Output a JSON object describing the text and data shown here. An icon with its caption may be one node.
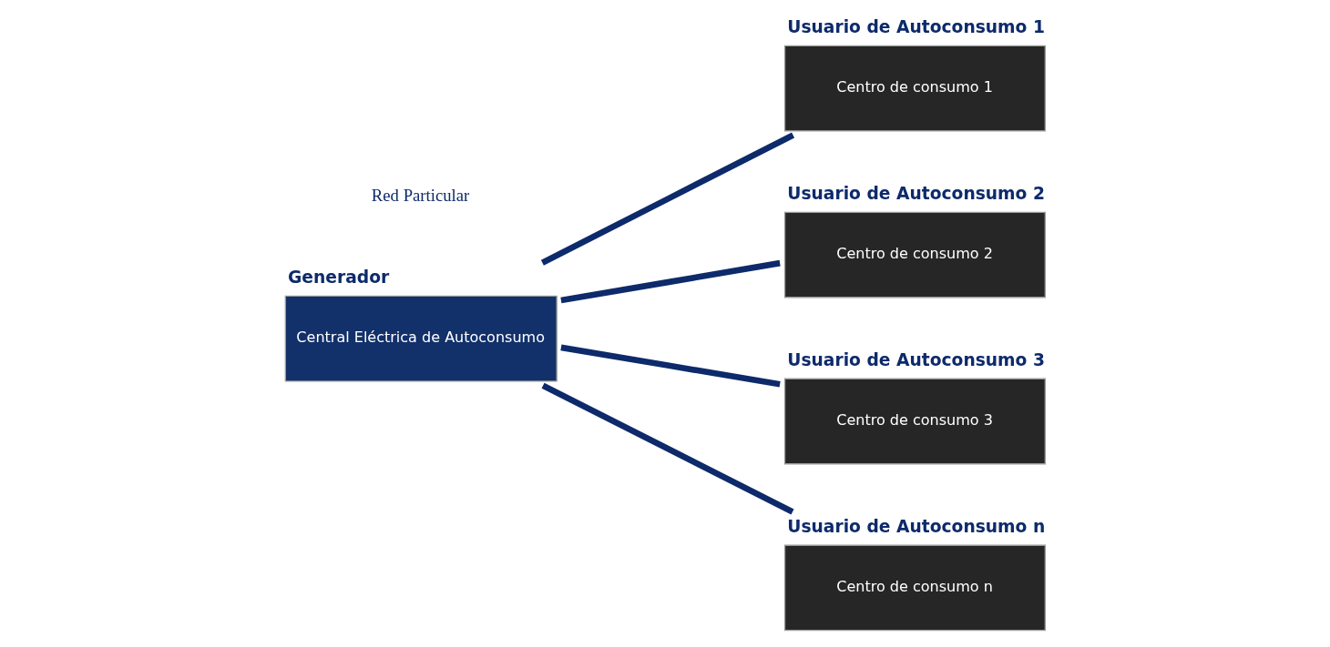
{
  "diagram": {
    "nodes": [
      {
        "text": [
          "Central Eléctrica de Autoconsumo"
        ],
        "beside": [
          "Generador"
        ]
      },
      {
        "text": [
          "Centro de consumo 1"
        ],
        "beside": [
          "Usuario de Autoconsumo 1"
        ]
      },
      {
        "text": [
          "Centro de consumo 2"
        ],
        "beside": [
          "Usuario de Autoconsumo 2"
        ]
      },
      {
        "text": [
          "Centro de consumo 3"
        ],
        "beside": [
          "Usuario de Autoconsumo 3"
        ]
      },
      {
        "text": [
          "Centro de consumo n"
        ],
        "beside": [
          "Usuario de Autoconsumo n"
        ]
      }
    ],
    "edges": [
      {
        "from": 0,
        "to": 1,
        "arrow": "none"
      },
      {
        "from": 0,
        "to": 2,
        "arrow": "none"
      },
      {
        "from": 0,
        "to": 3,
        "arrow": "none"
      },
      {
        "from": 0,
        "to": 4,
        "arrow": "none"
      }
    ],
    "labels": [
      "Red Particular"
    ]
  }
}
